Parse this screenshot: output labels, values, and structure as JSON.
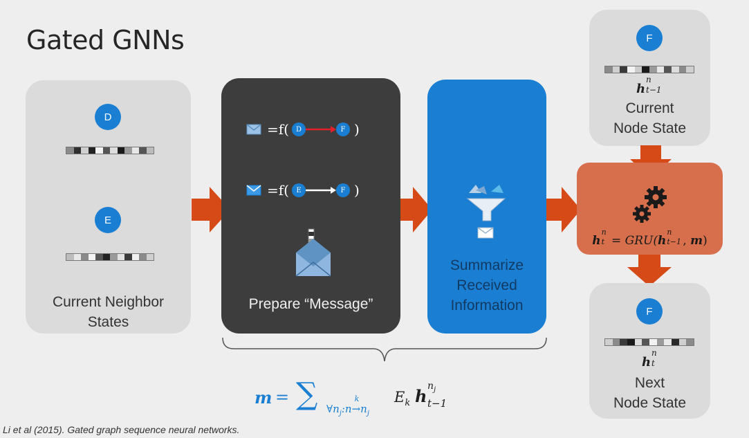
{
  "slide": {
    "title": "Gated GNNs",
    "citation": "Li et al (2015). Gated graph sequence neural networks."
  },
  "neighbors": {
    "node_1": "D",
    "node_2": "E",
    "caption_line1": "Current Neighbor",
    "caption_line2": "States"
  },
  "message": {
    "eq_prefix": "=f(",
    "eq_suffix": ")",
    "edge_1": {
      "from": "D",
      "to": "F",
      "color": "#e3202c"
    },
    "edge_2": {
      "from": "E",
      "to": "F",
      "color": "#ffffff"
    },
    "caption": "Prepare “Message”"
  },
  "summarize": {
    "caption_line1": "Summarize",
    "caption_line2": "Received",
    "caption_line3": "Information"
  },
  "current_state": {
    "node": "F",
    "label_line1": "Current",
    "label_line2": "Node State"
  },
  "gru": {
    "equation": "= GRU(",
    "args_sep": ", ",
    "m": "m",
    "close": ")"
  },
  "next_state": {
    "node": "F",
    "label_line1": "Next",
    "label_line2": "Node State"
  },
  "aggregation": {
    "m": "m",
    "equals": "=",
    "E": "E"
  },
  "colors": {
    "accent_blue": "#1a7fd3",
    "arrow_orange": "#d54a17",
    "gru_fill": "#d76e4c",
    "dark_panel": "#3d3d3d"
  }
}
